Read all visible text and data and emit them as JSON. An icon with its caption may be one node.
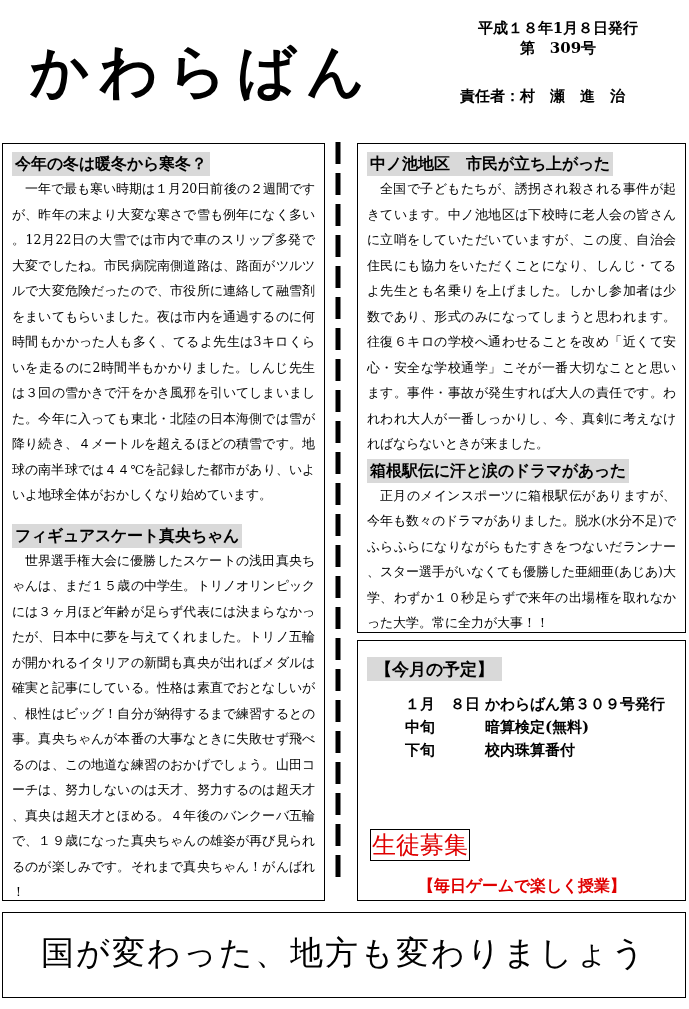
{
  "diagram": {
    "title": "かわらばん",
    "nodes": [
      {
        "text": [
          "今年の冬は暖冬から寒冬？",
          "一年で最も寒い時期は１月20日前後の２週間ですが、昨年の末より大変な寒さで雪も例年になく多い。12月22日の大雪では市内で車のスリップ多発で大変でしたね。市民病院南側道路は、路面がツルツルで大変危険だったので、市役所に連絡して融雪剤をまいてもらいました。夜は市内を通過するのに何時間もかかった人も多く、てるよ先生は3キロくらいを走るのに2時間半もかかりました。しんじ先生は３回の雪かきで汗をかき風邪を引いてしまいました。今年に入っても東北・北陸の日本海側では雪が降り続き、４メートルを超えるほどの積雪です。地球の南半球では４４℃を記録した都市があり、いよいよ地球全体がおかしくなり始めています。",
          "フィギュアスケート真央ちゃん",
          "世界選手権大会に優勝したスケートの浅田真央ちゃんは、まだ１５歳の中学生。トリノオリンピックには３ヶ月ほど年齢が足らず代表には決まらなかったが、日本中に夢を与えてくれました。トリノ五輪が開かれるイタリアの新聞も真央が出ればメダルは確実と記事にしている。性格は素直でおとなしいが、根性はビッグ！自分が納得するまで練習するとの事。真央ちゃんが本番の大事なときに失敗せず飛べるのは、この地道な練習のおかげでしょう。山田コーチは、努力しないのは天才、努力するのは超天才、真央は超天才とほめる。４年後のバンクーバ五輪で、１９歳になった真央ちゃんの雄姿が再び見られるのが楽しみです。それまで真央ちゃん！がんばれ！"
        ]
      },
      {
        "text": [
          "中ノ池地区　市民が立ち上がった",
          "全国で子どもたちが、誘拐され殺される事件が起きています。中ノ池地区は下校時に老人会の皆さんに立哨をしていただいていますが、この度、自治会住民にも協力をいただくことになり、しんじ・てるよ先生とも名乗りを上げました。しかし参加者は少数であり、形式のみになってしまうと思われます。往復６キロの学校へ通わせることを改め「近くて安心・安全な学校通学」こそが一番大切なことと思います。事件・事故が発生すれば大人の責任です。われわれ大人が一番しっかりし、今、真剣に考えなければならないときが来ました。",
          "箱根駅伝に汗と涙のドラマがあった",
          "正月のメインスポーツに箱根駅伝がありますが、今年も数々のドラマがありました。脱水(水分不足)でふらふらになりながらもたすきをつないだランナー、スター選手がいなくても優勝した亜細亜(あじあ)大学、わずか１０秒足らずで来年の出場権を取れなかった大学。常に全力が大事！！"
        ]
      },
      {
        "text": [
          "【今月の予定】",
          "１月　８日",
          "かわらばん第３０９号発行",
          "中旬",
          "暗算検定(無料)",
          "下旬",
          "校内珠算番付",
          "【毎日ゲームで楽しく授業】"
        ]
      },
      {
        "text": [
          "生徒募集"
        ],
        "in": 2
      },
      {
        "text": [
          "国が変わった、地方も変わりましょう"
        ]
      }
    ],
    "labels": [
      "平成１８年1月８日発行",
      "第　309号",
      "責任者：村　瀬　進　治"
    ]
  }
}
